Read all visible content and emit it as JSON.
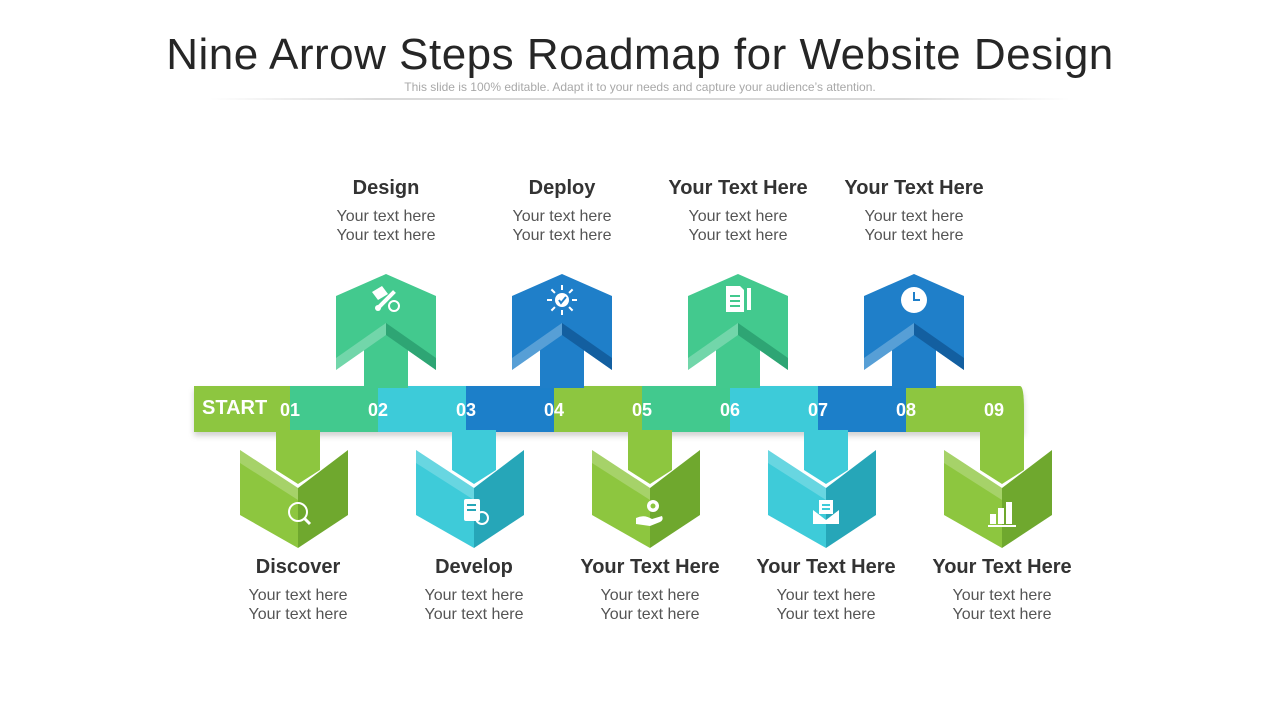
{
  "title": "Nine Arrow Steps Roadmap for Website Design",
  "subtitle": "This slide is 100% editable. Adapt it to your needs and capture your audience’s attention.",
  "start_label": "START",
  "colors": {
    "green": "#8dc63f",
    "green_dark": "#6fa82e",
    "teal": "#3ecbd9",
    "teal_dark": "#26a6b8",
    "mint": "#43c98e",
    "mint_dark": "#2ea574",
    "blue": "#1f7fc9",
    "blue_dark": "#135fa0"
  },
  "steps": [
    {
      "num": "01",
      "title": "Discover",
      "line1": "Your text here",
      "line2": "Your text here",
      "icon": "compass-search-icon",
      "color": "green"
    },
    {
      "num": "02",
      "title": "Design",
      "line1": "Your text here",
      "line2": "Your text here",
      "icon": "design-tools-icon",
      "color": "mint"
    },
    {
      "num": "03",
      "title": "Develop",
      "line1": "Your text here",
      "line2": "Your text here",
      "icon": "code-document-icon",
      "color": "teal"
    },
    {
      "num": "04",
      "title": "Deploy",
      "line1": "Your text here",
      "line2": "Your text here",
      "icon": "deploy-burst-icon",
      "color": "blue"
    },
    {
      "num": "05",
      "title": "Your  Text Here",
      "line1": "Your text here",
      "line2": "Your text here",
      "icon": "hand-gear-icon",
      "color": "green"
    },
    {
      "num": "06",
      "title": "Your  Text Here",
      "line1": "Your text here",
      "line2": "Your text here",
      "icon": "document-pencil-icon",
      "color": "mint"
    },
    {
      "num": "07",
      "title": "Your  Text Here",
      "line1": "Your text here",
      "line2": "Your text here",
      "icon": "envelope-icon",
      "color": "teal"
    },
    {
      "num": "08",
      "title": "Your  Text Here",
      "line1": "Your text here",
      "line2": "Your text here",
      "icon": "clock-icon",
      "color": "blue"
    },
    {
      "num": "09",
      "title": "Your  Text Here",
      "line1": "Your text here",
      "line2": "Your text here",
      "icon": "bar-chart-icon",
      "color": "green"
    }
  ]
}
